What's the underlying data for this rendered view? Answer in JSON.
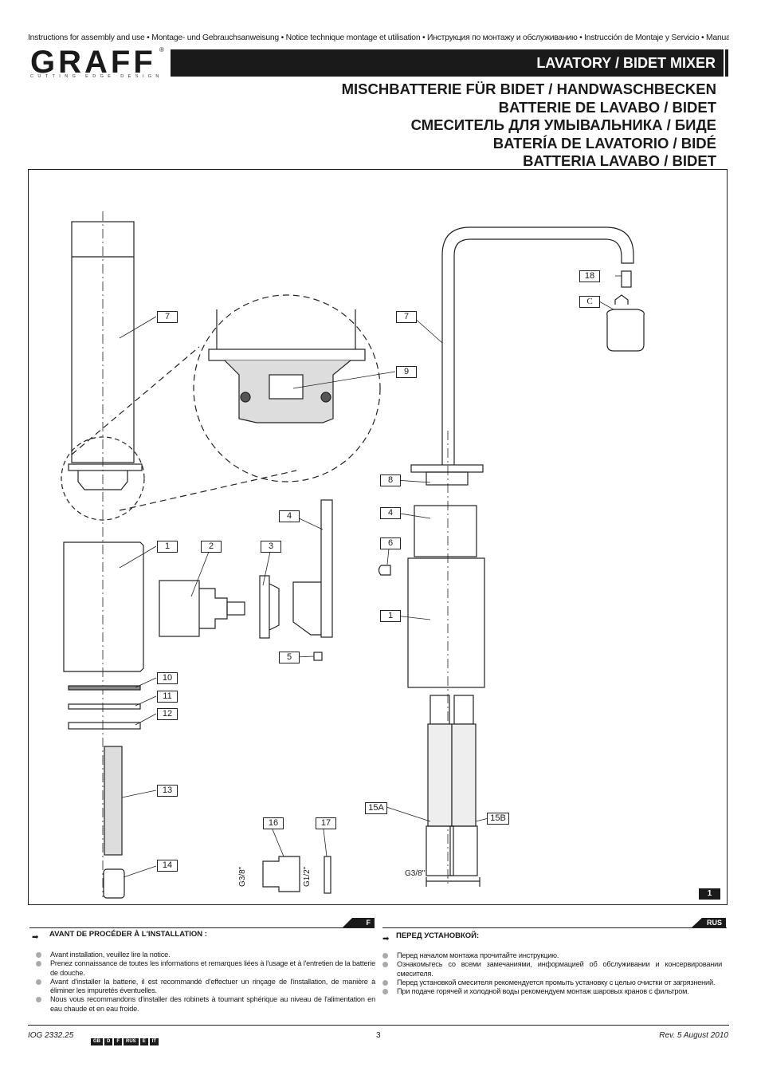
{
  "header": {
    "languages_line": "Instructions for assembly and use • Montage- und Gebrauchsanweisung • Notice technique montage et utilisation • Инструкция по монтажу и обслуживанию • Instrucción de Montaje y Servicio • Manuale di Montaggio e Uso",
    "logo": "GRAFF",
    "logo_tagline": "CUTTING EDGE DESIGN",
    "title_en": "LAVATORY / BIDET MIXER",
    "titles": [
      "MISCHBATTERIE FÜR BIDET / HANDWASCHBECKEN",
      "BATTERIE DE LAVABO / BIDET",
      "СМЕСИТЕЛЬ ДЛЯ УМЫВАЛЬНИКА / БИДЕ",
      "BATERÍA DE LAVATORIO / BIDÉ",
      "BATTERIA LAVABO / BIDET"
    ]
  },
  "figure": {
    "number": "1",
    "labels": [
      "7",
      "7",
      "9",
      "18",
      "C",
      "8",
      "4",
      "4",
      "1",
      "2",
      "3",
      "6",
      "1",
      "5",
      "10",
      "11",
      "12",
      "13",
      "14",
      "16",
      "17",
      "15A",
      "15B"
    ],
    "dims": {
      "g38_left": "G3/8\"",
      "g12": "G1/2\"",
      "g38_bottom": "G3/8\""
    }
  },
  "section_f": {
    "tag": "F",
    "heading": "AVANT DE PROCÉDER À L'INSTALLATION :",
    "items": [
      "Avant installation, veuillez lire la notice.",
      "Prenez connaissance de toutes les informations et remarques liées à l'usage et à l'entretien de la batterie de douche.",
      "Avant d'installer la batterie, il est recommandé d'effectuer un rinçage de l'installation, de manière à éliminer les impuretés éventuelles.",
      "Nous vous recommandons d'installer des robinets à tournant sphérique au niveau de l'alimentation en eau chaude et en eau froide."
    ]
  },
  "section_rus": {
    "tag": "RUS",
    "heading": "ПЕРЕД УСТАНОВКОЙ:",
    "items": [
      "Перед началом монтажа прочитайте инструкцию.",
      "Ознакомьтесь со всеми замечаниями, информацией об обслуживании и консервировании смесителя.",
      "Перед установкой смесителя рекомендуется промыть установку с целью очистки от загрязнений.",
      "При подаче горячей и холодной воды рекомендуем монтаж шаровых кранов с фильтром."
    ]
  },
  "footer": {
    "doc_code": "IOG 2332.25",
    "langs": [
      "GB",
      "D",
      "F",
      "RUS",
      "E",
      "IT"
    ],
    "page": "3",
    "revision": "Rev. 5 August 2010"
  }
}
